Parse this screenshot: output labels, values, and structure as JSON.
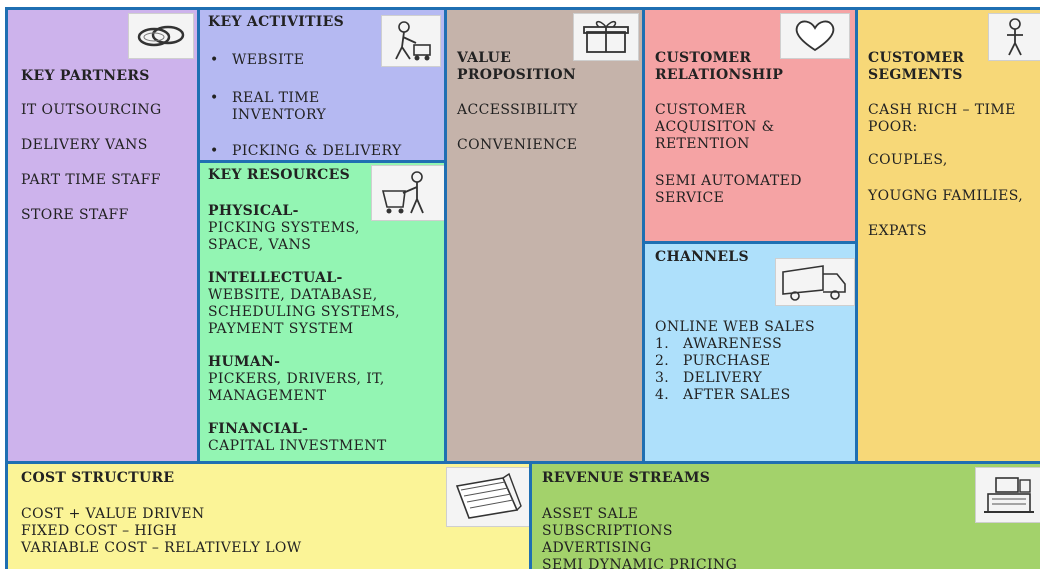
{
  "key_partners": {
    "title": "KEY PARTNERS",
    "items": [
      "IT OUTSOURCING",
      "DELIVERY VANS",
      "PART TIME STAFF",
      "STORE STAFF"
    ],
    "color": "#cdb3ec",
    "icon": "chain-links-icon"
  },
  "key_activities": {
    "title": "KEY ACTIVITIES",
    "items": [
      "WEBSITE",
      "REAL TIME INVENTORY",
      "PICKING & DELIVERY"
    ],
    "color": "#b5b9f2",
    "icon": "worker-with-trolley-icon"
  },
  "key_resources": {
    "title": "KEY RESOURCES",
    "groups": [
      {
        "label": "PHYSICAL-",
        "lines": [
          "PICKING SYSTEMS,",
          "SPACE, VANS"
        ]
      },
      {
        "label": "INTELLECTUAL-",
        "lines": [
          "WEBSITE, DATABASE,",
          "SCHEDULING SYSTEMS,",
          "PAYMENT SYSTEM"
        ]
      },
      {
        "label": "HUMAN-",
        "lines": [
          "PICKERS, DRIVERS, IT,",
          "MANAGEMENT"
        ]
      },
      {
        "label": "FINANCIAL-",
        "lines": [
          "CAPITAL INVESTMENT"
        ]
      }
    ],
    "color": "#93f5b3",
    "icon": "worker-with-cart-icon"
  },
  "value_proposition": {
    "title_lines": [
      "VALUE",
      "PROPOSITION"
    ],
    "items": [
      "ACCESSIBILITY",
      "CONVENIENCE"
    ],
    "color": "#c5b3aa",
    "icon": "gift-box-icon"
  },
  "customer_relationship": {
    "title_lines": [
      "CUSTOMER",
      "RELATIONSHIP"
    ],
    "items": [
      [
        "CUSTOMER",
        "ACQUISITON &",
        "RETENTION"
      ],
      [
        "SEMI AUTOMATED",
        "SERVICE"
      ]
    ],
    "color": "#f5a3a4",
    "icon": "heart-icon"
  },
  "channels": {
    "title": "CHANNELS",
    "intro": "ONLINE WEB SALES",
    "steps": [
      {
        "n": "1.",
        "label": "AWARENESS"
      },
      {
        "n": "2.",
        "label": "PURCHASE"
      },
      {
        "n": "3.",
        "label": "DELIVERY"
      },
      {
        "n": "4.",
        "label": "AFTER SALES"
      }
    ],
    "color": "#aee0fb",
    "icon": "delivery-truck-icon"
  },
  "customer_segments": {
    "title_lines": [
      "CUSTOMER",
      "SEGMENTS"
    ],
    "items": [
      [
        "CASH RICH – TIME",
        "POOR:"
      ],
      [
        "COUPLES,"
      ],
      [
        "YOUGNG FAMILIES,"
      ],
      [
        "EXPATS"
      ]
    ],
    "color": "#f7d878",
    "icon": "person-icon"
  },
  "cost_structure": {
    "title": "COST STRUCTURE",
    "items": [
      "COST + VALUE DRIVEN",
      "FIXED COST – HIGH",
      "VARIABLE COST – RELATIVELY LOW"
    ],
    "color": "#fbf497",
    "icon": "paper-stack-icon"
  },
  "revenue_streams": {
    "title": "REVENUE STREAMS",
    "items": [
      "ASSET SALE",
      "SUBSCRIPTIONS",
      "ADVERTISING",
      "SEMI DYNAMIC PRICING"
    ],
    "color": "#a3d26b",
    "icon": "cash-register-icon"
  }
}
